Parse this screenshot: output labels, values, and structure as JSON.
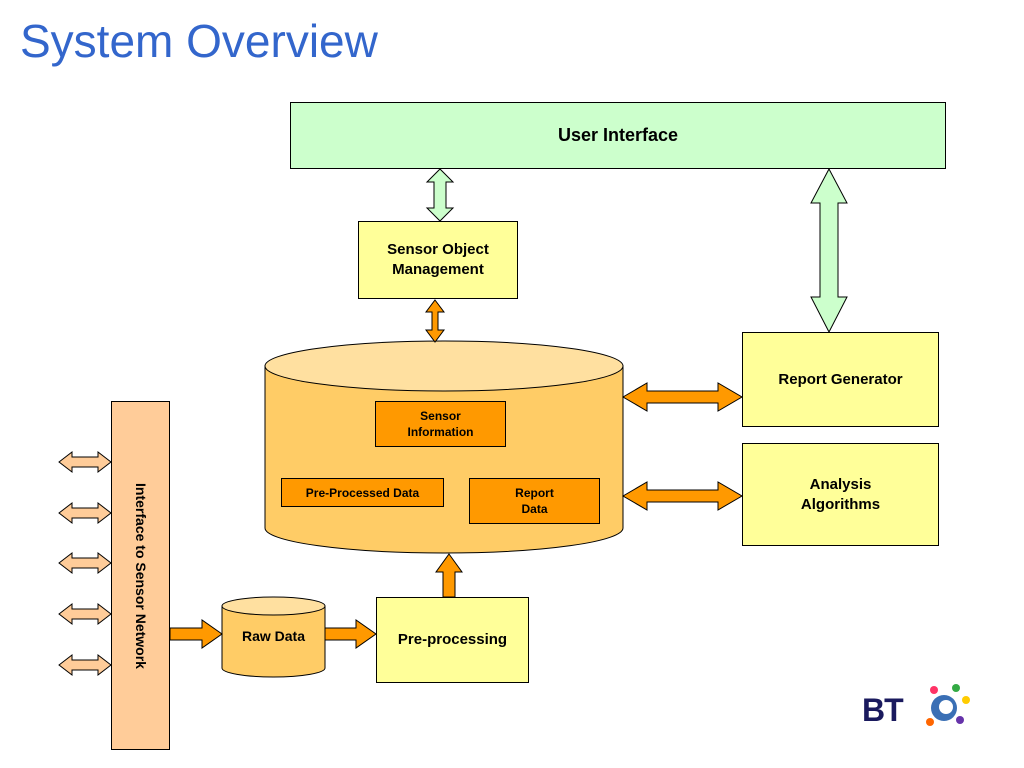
{
  "title": "System Overview",
  "nodes": {
    "user_interface": "User Interface",
    "sensor_object_management": "Sensor Object Management",
    "report_generator": "Report Generator",
    "analysis_algorithms": "Analysis Algorithms",
    "sensor_information": "Sensor Information",
    "pre_processed_data": "Pre-Processed Data",
    "report_data": "Report Data",
    "interface_to_sensor_network": "Interface to Sensor Network",
    "raw_data": "Raw Data",
    "pre_processing": "Pre-processing"
  },
  "logo": {
    "text": "BT"
  },
  "colors": {
    "title": "#3366cc",
    "user_interface_fill": "#ccffcc",
    "module_fill": "#ffff99",
    "database_fill": "#ffcc66",
    "database_top": "#ffe0a0",
    "data_block_fill": "#ff9900",
    "interface_fill": "#ffcc99",
    "green_arrow": "#ccffcc",
    "orange_arrow": "#ff9900"
  }
}
